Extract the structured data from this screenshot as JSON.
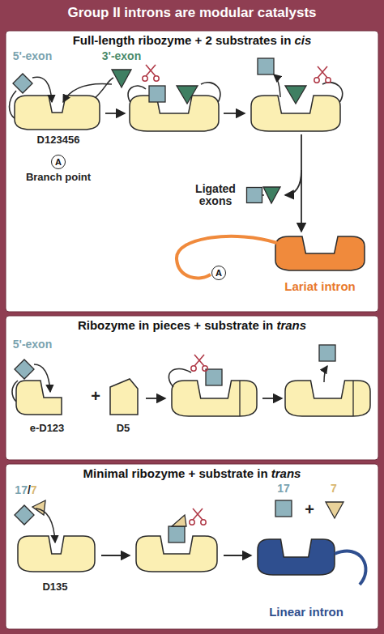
{
  "diagram": {
    "title": "Group II introns are modular catalysts",
    "nodes": [
      {
        "text": [
          "Full-length ribozyme + 2 substrates in cis"
        ]
      },
      {
        "text": [
          "A"
        ],
        "in": 0
      },
      {
        "text": [
          "A"
        ],
        "in": 0
      },
      {
        "text": [
          "Ribozyme in pieces + substrate in trans"
        ]
      },
      {
        "text": [
          "Minimal ribozyme + substrate in trans"
        ]
      }
    ],
    "labels": [
      "5'-exon",
      "3'-exon",
      "D123456",
      "Branch point",
      "Ligated exons",
      "Lariat intron",
      "5'-exon",
      "e-D123",
      "+",
      "D5",
      "17/7",
      "D135",
      "17",
      "+",
      "7",
      "Linear intron"
    ]
  }
}
